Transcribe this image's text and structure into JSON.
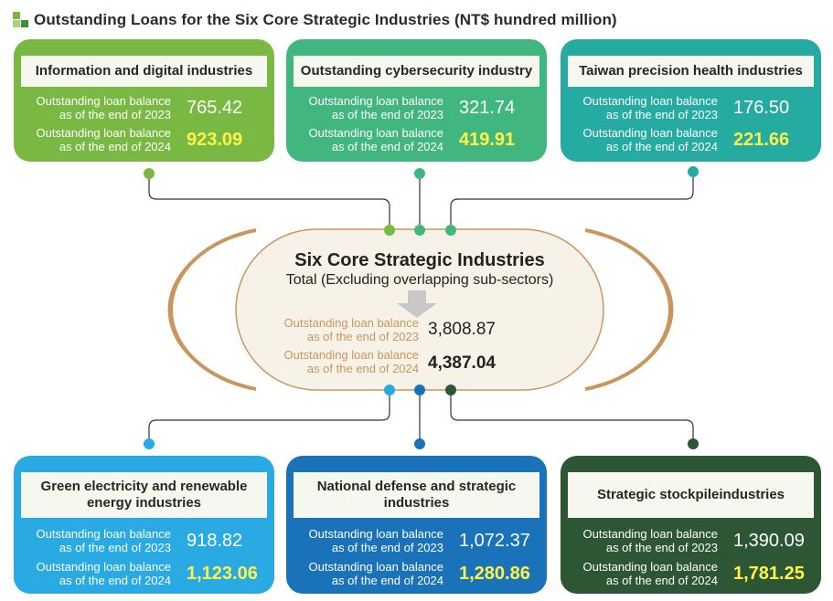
{
  "title": "Outstanding Loans for the Six Core Strategic Industries (NT$ hundred million)",
  "center": {
    "heading": "Six Core Strategic Industries",
    "subheading": "Total (Excluding overlapping sub-sectors)",
    "label_2023_line1": "Outstanding loan balance",
    "label_2023_line2": "as of the end of 2023",
    "value_2023": "3,808.87",
    "label_2024_line1": "Outstanding loan balance",
    "label_2024_line2": "as of the end of 2024",
    "value_2024": "4,387.04"
  },
  "label_line1": "Outstanding loan balance",
  "label_2023_line2": "as of the end of 2023",
  "label_2024_line2": "as of the end of 2024",
  "industries": [
    {
      "name": "Information and digital industries",
      "value_2023": "765.42",
      "value_2024": "923.09",
      "color": "#79b943"
    },
    {
      "name": "Outstanding cybersecurity industry",
      "value_2023": "321.74",
      "value_2024": "419.91",
      "color": "#42b67f"
    },
    {
      "name": "Taiwan precision health industries",
      "value_2023": "176.50",
      "value_2024": "221.66",
      "color": "#25aba1"
    },
    {
      "name": "Green electricity and renewable energy industries",
      "value_2023": "918.82",
      "value_2024": "1,123.06",
      "color": "#2aaae2"
    },
    {
      "name": "National defense and strategic industries",
      "value_2023": "1,072.37",
      "value_2024": "1,280.86",
      "color": "#1a72b8"
    },
    {
      "name": "Strategic stockpileindustries",
      "value_2023": "1,390.09",
      "value_2024": "1,781.25",
      "color": "#2c5634"
    }
  ],
  "colors": {
    "center_fill": "#f7f2e8",
    "center_border": "#c9965e",
    "arrow": "#c8c8c8",
    "connector": "#333333"
  }
}
